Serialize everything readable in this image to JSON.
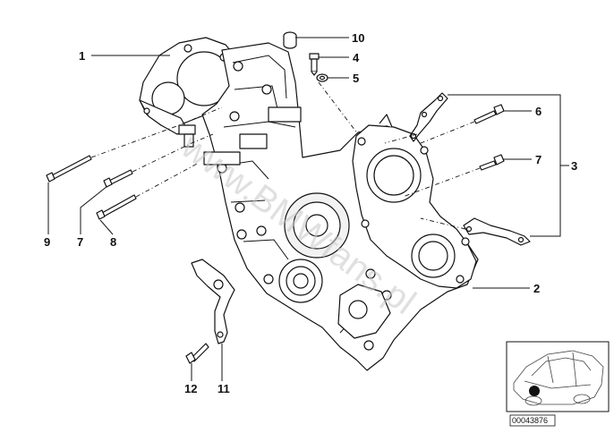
{
  "callouts": {
    "c1": "1",
    "c2": "2",
    "c3": "3",
    "c4": "4",
    "c5": "5",
    "c6": "6",
    "c7a": "7",
    "c7b": "7",
    "c8": "8",
    "c9": "9",
    "c10": "10",
    "c11": "11",
    "c12": "12"
  },
  "watermark": "www.BMWfans.pl",
  "diagram_code": "00043876"
}
